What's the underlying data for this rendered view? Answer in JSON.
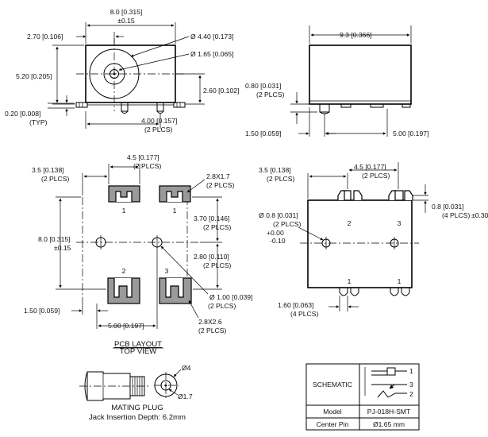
{
  "front_view": {
    "width_label": "8.0 [0.315]",
    "width_tol": "±0.15",
    "offset_label": "2.70 [0.106]",
    "height_label": "5.20 [0.205]",
    "lead_label": "0.20 [0.008]",
    "lead_note": "(TYP)",
    "dia_outer_label": "Ø 4.40 [0.173]",
    "dia_inner_label": "Ø 1.65 [0.065]",
    "center_height_label": "2.60 [0.102]",
    "post_spacing_label": "4.00 [0.157]",
    "post_spacing_note": "(2 PLCS)"
  },
  "side_view": {
    "length_label": "9.3 [0.366]",
    "tab_height_label": "0.80 [0.031]",
    "tab_height_note": "(2 PLCS)",
    "tab_offset_label": "1.50 [0.059]",
    "tab_spacing_label": "5.00 [0.197]"
  },
  "pcb_layout": {
    "pad_width_label": "4.5 [0.177]",
    "pad_width_note": "(2 PLCS)",
    "left_offset_label": "3.5 [0.138]",
    "left_offset_note": "(2 PLCS)",
    "top_pad_size_label": "2.8X1.7",
    "top_pad_size_note": "(2 PLCS)",
    "pad_pitch_label": "3.70 [0.146]",
    "pad_pitch_note": "(2 PLCS)",
    "total_height_label": "8.0 [0.315]",
    "total_height_tol": "±0.15",
    "hole_offset_label": "2.80 [0.110]",
    "hole_offset_note": "(2 PLCS)",
    "hole_dia_label": "Ø 1.00 [0.039]",
    "hole_dia_note": "(2 PLCS)",
    "bottom_pad_size_label": "2.8X2.6",
    "bottom_pad_size_note": "(2 PLCS)",
    "bottom_offset_label": "1.50 [0.059]",
    "hole_spacing_label": "5.00 [0.197]",
    "pin_labels": [
      "1",
      "1",
      "2",
      "3"
    ],
    "caption_line1": "PCB LAYOUT",
    "caption_line2": "TOP VIEW"
  },
  "bottom_view": {
    "left_offset_label": "3.5 [0.138]",
    "left_offset_note": "(2 PLCS)",
    "pad_width_label": "4.5 [0.177]",
    "pad_width_note": "(2 PLCS)",
    "tab_label": "0.8 [0.031]",
    "tab_note": "(4 PLCS)",
    "tab_tol": "±0.30",
    "post_dia_label": "Ø 0.8 [0.031]",
    "post_dia_note": "(2 PLCS)",
    "post_tol_plus": "+0.00",
    "post_tol_minus": "-0.10",
    "slot_width_label": "1.60 [0.063]",
    "slot_width_note": "(4 PLCS)",
    "pin_labels": [
      "2",
      "3",
      "1",
      "1"
    ]
  },
  "mating_plug": {
    "dia_outer_label": "Ø4",
    "dia_inner_label": "Ø1.7",
    "caption_line1": "MATING PLUG",
    "caption_line2": "Jack Insertion Depth: 6.2mm"
  },
  "schematic_table": {
    "schematic_label": "SCHEMATIC",
    "pin_numbers": [
      "1",
      "3",
      "2"
    ],
    "rows": [
      {
        "key": "Model",
        "value": "PJ-018H-SMT"
      },
      {
        "key": "Center Pin",
        "value": "Ø1.65 mm"
      }
    ]
  }
}
